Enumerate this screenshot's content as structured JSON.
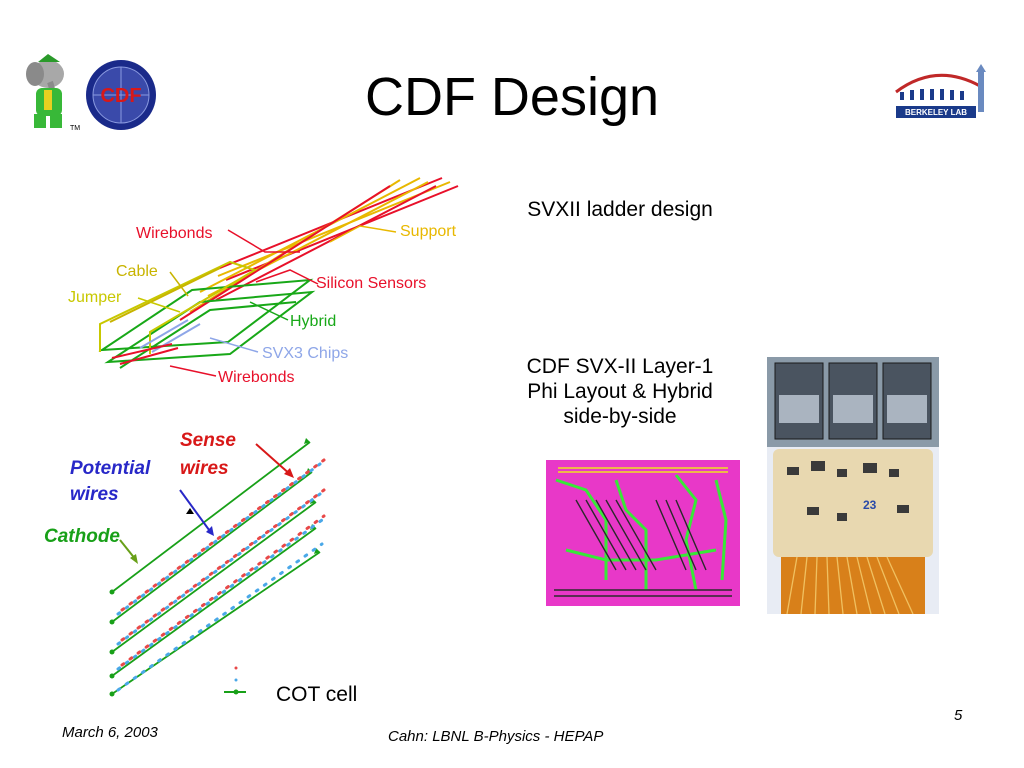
{
  "slide": {
    "title": "CDF Design",
    "page_number": "5",
    "svx_caption": "SVXII ladder design",
    "layout_caption": [
      "CDF SVX-II Layer-1",
      "Phi Layout & Hybrid",
      "side-by-side"
    ],
    "cot_caption": "COT cell",
    "logos": {
      "left_mascot_tm": "TM",
      "cdf_logo_text": "CDF",
      "berkeley_lab_text": "BERKELEY LAB"
    }
  },
  "ladder_diagram": {
    "labels": {
      "wirebonds_top": "Wirebonds",
      "support": "Support",
      "cable": "Cable",
      "silicon_sensors": "Silicon Sensors",
      "jumper": "Jumper",
      "hybrid": "Hybrid",
      "svx3_chips": "SVX3 Chips",
      "wirebonds_bottom": "Wirebonds"
    },
    "colors": {
      "wirebonds": "#e8102a",
      "support": "#e8b800",
      "cable": "#c8b400",
      "jumper": "#c8c800",
      "hybrid": "#18a818",
      "svx3": "#8ea6e8",
      "sensors": "#e8102a"
    }
  },
  "cot_diagram": {
    "labels": {
      "sense_wires": [
        "Sense",
        "wires"
      ],
      "potential_wires": [
        "Potential",
        "wires"
      ],
      "cathode": "Cathode"
    },
    "colors": {
      "sense": "#d81818",
      "potential": "#2828c8",
      "cathode": "#18a018"
    }
  },
  "footer": {
    "date": "March 6, 2003",
    "author": "Cahn:  LBNL B-Physics - HEPAP"
  }
}
